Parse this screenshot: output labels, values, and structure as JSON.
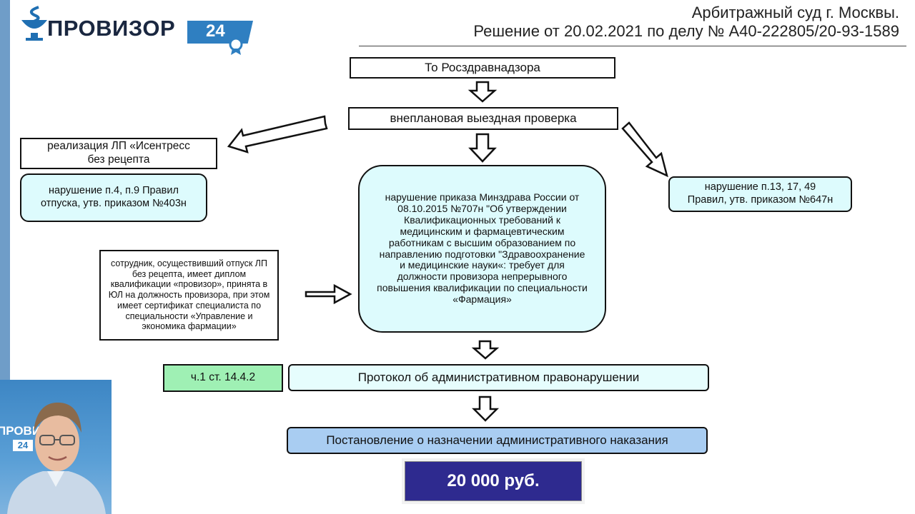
{
  "logo": {
    "name": "ПРОВИЗОР",
    "number": "24"
  },
  "header": {
    "line1": "Арбитражный суд г. Москвы.",
    "line2": "Решение от 20.02.2021 по делу № А40-222805/20-93-1589"
  },
  "flow": {
    "source": "То Росздравнадзора",
    "inspection": "внеплановая выездная проверка",
    "sale": "реализация ЛП «Исентресс без рецепта",
    "left_violation": "нарушение п.4, п.9 Правил отпуска, утв. приказом №403н",
    "right_violation": "нарушение п.13, 17, 49 Правил, утв. приказом №647н",
    "center_violation": "нарушение приказа Минздрава России от 08.10.2015 №707н \"Об утверждении Квалификационных требований к медицинским и фармацевтическим работникам с высшим образованием по направлению подготовки \"Здравоохранение и медицинские науки«: требует для должности провизора непрерывного повышения квалификации по специальности «Фармация»",
    "employee_note": "сотрудник, осуществивший отпуск ЛП без рецепта, имеет диплом квалификации «провизор», принята в ЮЛ на должность провизора, при этом имеет сертификат специалиста по специальности «Управление и экономика фармации»",
    "article": "ч.1 ст. 14.4.2",
    "protocol": "Протокол об административном правонарушении",
    "decision": "Постановление о назначении административного наказания",
    "fine": "20 000 руб."
  },
  "webcam": {
    "logo_name": "ПРОВИЗОР",
    "logo_number": "24"
  },
  "colors": {
    "accent_blue": "#2f7fc1",
    "box_cyan": "#ddfbfd",
    "box_light_cyan": "#e6fdfd",
    "box_green": "#9ff0b4",
    "box_blue": "#a9cdf2",
    "fine_bg": "#2e2a8f"
  }
}
